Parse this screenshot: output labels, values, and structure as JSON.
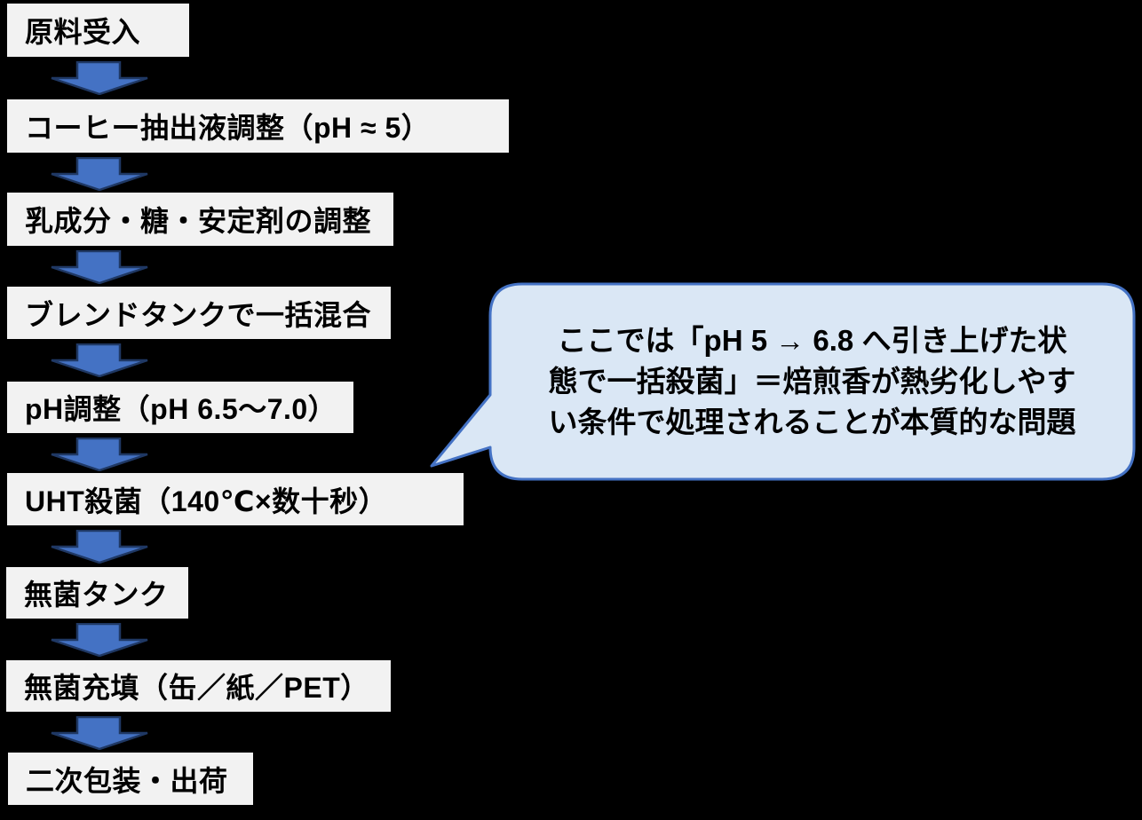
{
  "flow": {
    "steps": [
      "原料受入",
      "コーヒー抽出液調整（pH ≈ 5）",
      "乳成分・糖・安定剤の調整",
      "ブレンドタンクで一括混合",
      "pH調整（pH 6.5～7.0）",
      "UHT殺菌（140℃×数十秒）",
      "無菌タンク",
      "無菌充填（缶／紙／PET）",
      "二次包装・出荷"
    ]
  },
  "callout": {
    "lines": [
      "ここでは「pH 5 → 6.8 へ引き上げた状",
      "態で一括殺菌」＝焙煎香が熱劣化しやす",
      "い条件で処理されることが本質的な問題"
    ]
  },
  "colors": {
    "background": "#000000",
    "box_fill": "#F2F2F2",
    "box_text": "#000000",
    "arrow_fill": "#4472C4",
    "arrow_border": "#1F3864",
    "bubble_fill": "#DAE7F5",
    "bubble_border": "#4472C4"
  }
}
